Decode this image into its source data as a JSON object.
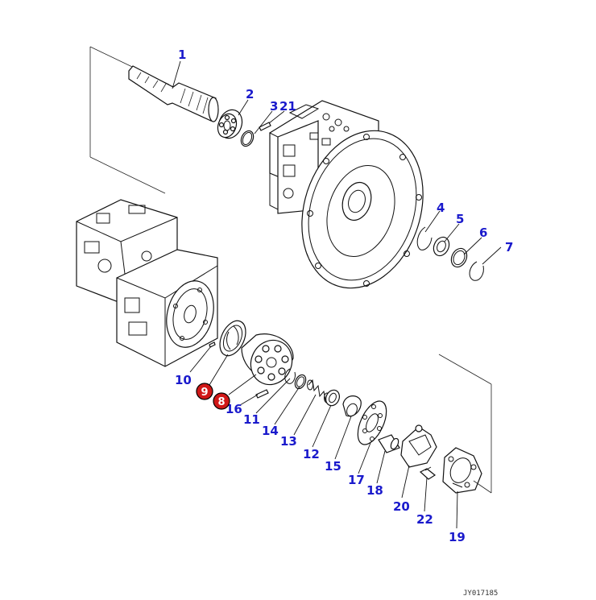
{
  "callouts": [
    {
      "id": "1",
      "text": "1"
    },
    {
      "id": "2",
      "text": "2"
    },
    {
      "id": "3",
      "text": "3"
    },
    {
      "id": "21",
      "text": "21"
    },
    {
      "id": "4",
      "text": "4"
    },
    {
      "id": "5",
      "text": "5"
    },
    {
      "id": "6",
      "text": "6"
    },
    {
      "id": "7",
      "text": "7"
    },
    {
      "id": "10",
      "text": "10"
    },
    {
      "id": "16",
      "text": "16"
    },
    {
      "id": "11",
      "text": "11"
    },
    {
      "id": "14",
      "text": "14"
    },
    {
      "id": "13",
      "text": "13"
    },
    {
      "id": "12",
      "text": "12"
    },
    {
      "id": "15",
      "text": "15"
    },
    {
      "id": "17",
      "text": "17"
    },
    {
      "id": "18",
      "text": "18"
    },
    {
      "id": "20",
      "text": "20"
    },
    {
      "id": "22",
      "text": "22"
    },
    {
      "id": "19",
      "text": "19"
    }
  ],
  "highlighted_callouts": [
    {
      "id": "9",
      "text": "9"
    },
    {
      "id": "8",
      "text": "8"
    }
  ],
  "colors": {
    "callout_text": "#1a1acc",
    "highlight_fill": "#d01818"
  },
  "drawing_code": "JY017185"
}
